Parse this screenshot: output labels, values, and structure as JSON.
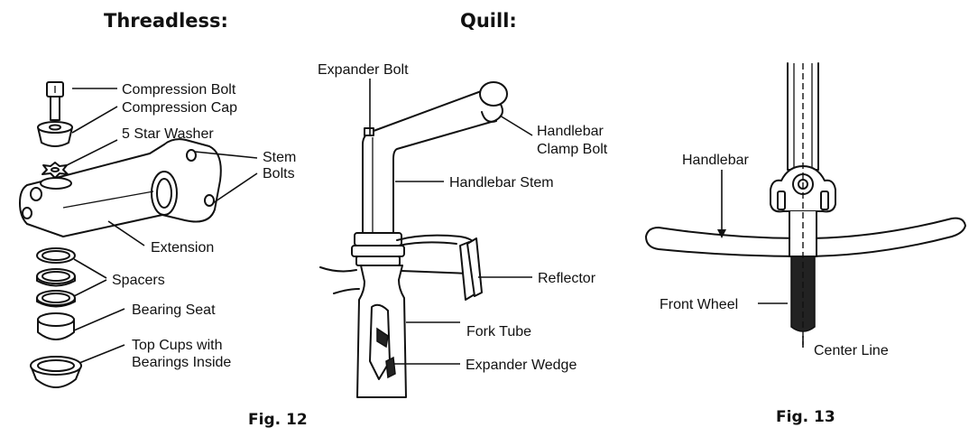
{
  "headings": {
    "threadless": "Threadless:",
    "quill": "Quill:"
  },
  "threadless_labels": {
    "compression_bolt": "Compression Bolt",
    "compression_cap": "Compression Cap",
    "star_washer": "5 Star Washer",
    "stem": "Stem",
    "bolts": "Bolts",
    "extension": "Extension",
    "spacers": "Spacers",
    "bearing_seat": "Bearing Seat",
    "top_cups_1": "Top Cups with",
    "top_cups_2": "Bearings Inside"
  },
  "quill_labels": {
    "expander_bolt": "Expander Bolt",
    "handlebar_clamp_1": "Handlebar",
    "handlebar_clamp_2": "Clamp Bolt",
    "handlebar_stem": "Handlebar Stem",
    "reflector": "Reflector",
    "fork_tube": "Fork Tube",
    "expander_wedge": "Expander Wedge"
  },
  "alignment_labels": {
    "handlebar": "Handlebar",
    "front_wheel": "Front Wheel",
    "center_line": "Center Line"
  },
  "captions": {
    "fig12": "Fig. 12",
    "fig13": "Fig. 13"
  }
}
